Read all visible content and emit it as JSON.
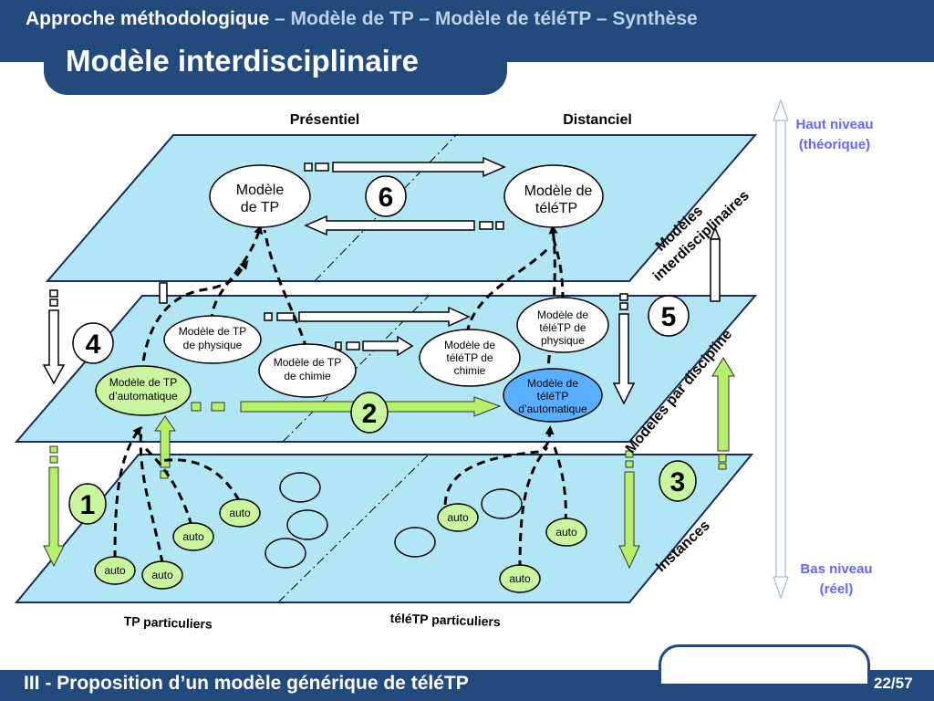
{
  "header": {
    "section": "Approche méthodologique",
    "path": "– Modèle de TP – Modèle de téléTP – Synthèse"
  },
  "title": "Modèle interdisciplinaire",
  "footer": {
    "text": "III - Proposition d’un modèle générique de téléTP",
    "page_current": "22",
    "page_sep": "/",
    "page_total": "57"
  },
  "diagram": {
    "col_presentiel": "Présentiel",
    "col_distanciel": "Distanciel",
    "top_left_l1": "Modèle",
    "top_left_l2": "de TP",
    "top_right_l1": "Modèle de",
    "top_right_l2": "téléTP",
    "phys_l1": "Modèle de TP",
    "phys_l2": "de physique",
    "chim_l1": "Modèle de TP",
    "chim_l2": "de chimie",
    "auto_l1": "Modèle de TP",
    "auto_l2": "d’automatique",
    "tele_phys_l1": "Modèle de",
    "tele_phys_l2": "téléTP de",
    "tele_phys_l3": "physique",
    "tele_chim_l1": "Modèle de",
    "tele_chim_l2": "téléTP de",
    "tele_chim_l3": "chimie",
    "tele_auto_l1": "Modèle de",
    "tele_auto_l2": "téléTP",
    "tele_auto_l3": "d’automatique",
    "auto_instance": "auto",
    "num1": "1",
    "num2": "2",
    "num3": "3",
    "num4": "4",
    "num5": "5",
    "num6": "6",
    "plane_top_l1": "Modèles",
    "plane_top_l2": "interdisciplinaires",
    "plane_mid": "Modèles par discipline",
    "plane_bottom": "Instances",
    "tp_particuliers": "TP particuliers",
    "teletp_particuliers": "téléTP particuliers",
    "haut_niveau_l1": "Haut niveau",
    "haut_niveau_l2": "(théorique)",
    "bas_niveau_l1": "Bas niveau",
    "bas_niveau_l2": "(réel)"
  },
  "colors": {
    "navy": "#234a7c",
    "plane": "#b2e6f5",
    "green_arrow": "#b5f06a",
    "green_node": "#c9f5a0",
    "blue_node": "#5aaeff",
    "level_label": "#6666ff"
  }
}
